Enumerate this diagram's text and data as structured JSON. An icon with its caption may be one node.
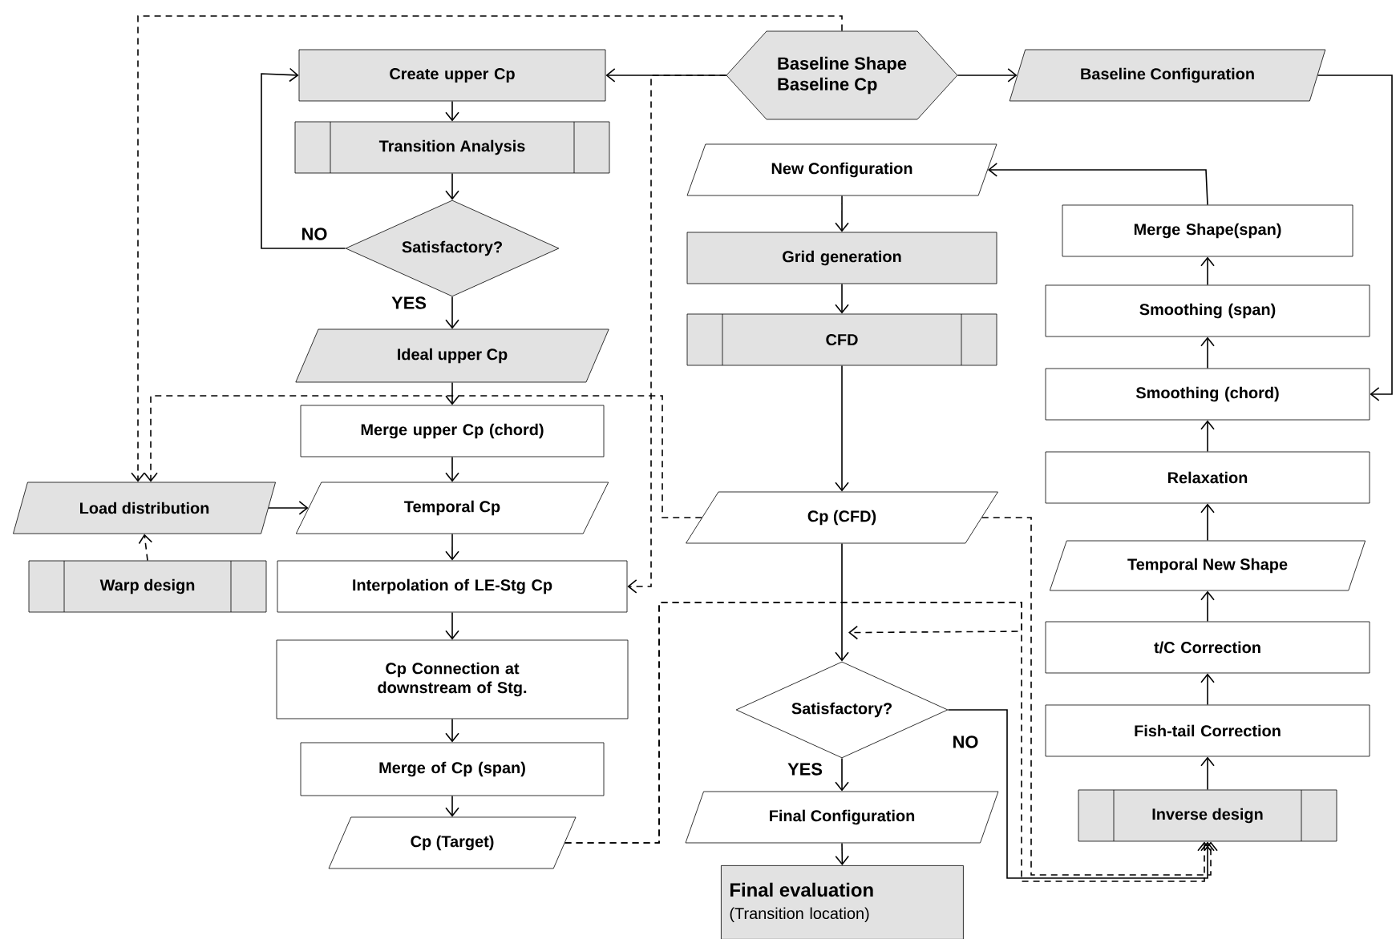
{
  "diagram": {
    "nodes": [
      {
        "text": [
          "Create upper Cp"
        ]
      },
      {
        "text": [
          "Transition Analysis"
        ]
      },
      {
        "text": [
          "Satisfactory?"
        ]
      },
      {
        "text": [
          "Ideal upper Cp"
        ]
      },
      {
        "text": [
          "Baseline Shape",
          "Baseline Cp"
        ]
      },
      {
        "text": [
          "Baseline Configuration"
        ]
      },
      {
        "text": [
          "New Configuration"
        ]
      },
      {
        "text": [
          "Grid generation"
        ]
      },
      {
        "text": [
          "CFD"
        ]
      },
      {
        "text": [
          "Merge Shape(span)"
        ]
      },
      {
        "text": [
          "Smoothing (span)"
        ]
      },
      {
        "text": [
          "Smoothing (chord)"
        ]
      },
      {
        "text": [
          "Relaxation"
        ]
      },
      {
        "text": [
          "Temporal New Shape"
        ]
      },
      {
        "text": [
          "t/C Correction"
        ]
      },
      {
        "text": [
          "Fish-tail Correction"
        ]
      },
      {
        "text": [
          "Inverse design"
        ]
      },
      {
        "text": [
          "Merge upper Cp (chord)"
        ]
      },
      {
        "text": [
          "Load distribution"
        ]
      },
      {
        "text": [
          "Temporal Cp"
        ]
      },
      {
        "text": [
          "Warp design"
        ]
      },
      {
        "text": [
          "Interpolation of LE-Stg Cp"
        ]
      },
      {
        "text": [
          "Cp Connection at downstream of Stg."
        ]
      },
      {
        "text": [
          "Merge of Cp (span)"
        ]
      },
      {
        "text": [
          "Cp (Target)"
        ]
      },
      {
        "text": [
          "Cp (CFD)"
        ]
      },
      {
        "text": [
          "Satisfactory?"
        ]
      },
      {
        "text": [
          "Final Configuration"
        ]
      },
      {
        "text": [
          "Final evaluation",
          "(Transition location)"
        ]
      }
    ],
    "edges": [
      {
        "from": 0,
        "to": 1,
        "arrow": "to"
      },
      {
        "from": 1,
        "to": 2,
        "arrow": "to"
      },
      {
        "from": 2,
        "to": 0,
        "arrow": "to",
        "label": "NO"
      },
      {
        "from": 2,
        "to": 3,
        "arrow": "to",
        "label": "YES"
      },
      {
        "from": 3,
        "to": 17,
        "arrow": "to"
      },
      {
        "from": 17,
        "to": 19,
        "arrow": "to"
      },
      {
        "from": 19,
        "to": 21,
        "arrow": "to"
      },
      {
        "from": 21,
        "to": 22,
        "arrow": "to"
      },
      {
        "from": 22,
        "to": 23,
        "arrow": "to"
      },
      {
        "from": 23,
        "to": 24,
        "arrow": "to"
      },
      {
        "from": 4,
        "to": 0,
        "arrow": "to"
      },
      {
        "from": 4,
        "to": 5,
        "arrow": "to"
      },
      {
        "from": 5,
        "to": 11,
        "arrow": "to"
      },
      {
        "from": 6,
        "to": 7,
        "arrow": "to"
      },
      {
        "from": 7,
        "to": 8,
        "arrow": "to"
      },
      {
        "from": 8,
        "to": 25,
        "arrow": "to"
      },
      {
        "from": 25,
        "to": 26,
        "arrow": "to"
      },
      {
        "from": 26,
        "to": 27,
        "arrow": "to",
        "label": "YES"
      },
      {
        "from": 27,
        "to": 28,
        "arrow": "to"
      },
      {
        "from": 26,
        "to": 16,
        "arrow": "to",
        "label": "NO"
      },
      {
        "from": 16,
        "to": 15,
        "arrow": "to"
      },
      {
        "from": 15,
        "to": 14,
        "arrow": "to"
      },
      {
        "from": 14,
        "to": 13,
        "arrow": "to"
      },
      {
        "from": 13,
        "to": 12,
        "arrow": "to"
      },
      {
        "from": 12,
        "to": 11,
        "arrow": "to"
      },
      {
        "from": 11,
        "to": 10,
        "arrow": "to"
      },
      {
        "from": 10,
        "to": 9,
        "arrow": "to"
      },
      {
        "from": 9,
        "to": 6,
        "arrow": "to"
      },
      {
        "from": 18,
        "to": 19,
        "arrow": "to"
      },
      {
        "from": 20,
        "to": 18,
        "arrow": "to",
        "style": "dashed"
      },
      {
        "from": 4,
        "to": 18,
        "arrow": "to",
        "style": "dashed"
      },
      {
        "from": 25,
        "to": 18,
        "arrow": "to",
        "style": "dashed"
      },
      {
        "from": 4,
        "to": 21,
        "arrow": "to",
        "style": "dashed"
      },
      {
        "from": 24,
        "to": 16,
        "arrow": "to",
        "style": "dashed"
      },
      {
        "from": 25,
        "to": 16,
        "arrow": "to",
        "style": "dashed"
      },
      {
        "from": 24,
        "to": 26,
        "arrow": "to",
        "style": "dashed"
      }
    ]
  }
}
